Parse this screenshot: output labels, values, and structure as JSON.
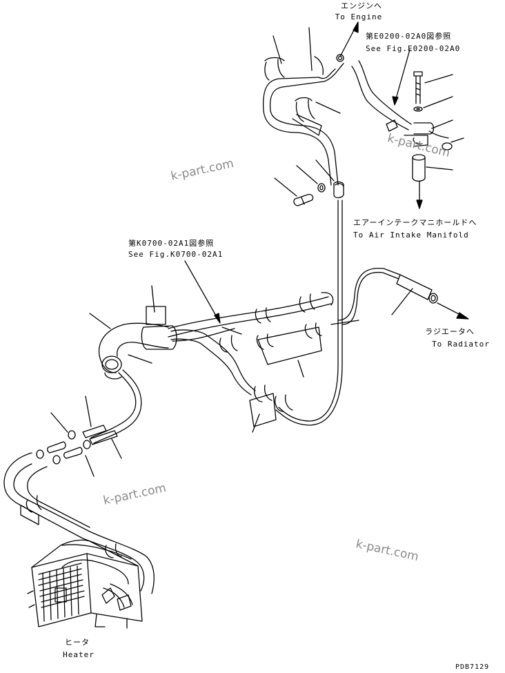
{
  "labels": {
    "engine_jp": "エンジンへ",
    "engine_en": "To Engine",
    "fig_e_jp": "第E0200-02A0図参照",
    "fig_e_en": "See Fig.E0200-02A0",
    "manifold_jp": "エアーインテークマニホールドへ",
    "manifold_en": "To Air Intake Manifold",
    "fig_k_jp": "第K0700-02A1図参照",
    "fig_k_en": "See Fig.K0700-02A1",
    "radiator_jp": "ラジエータへ",
    "radiator_en": "To Radiator",
    "heater_jp": "ヒータ",
    "heater_en": "Heater",
    "drawing_no": "PDB7129"
  },
  "watermarks": [
    "k-part.com",
    "k-part.com",
    "k-part.com",
    "k-part.com"
  ],
  "colors": {
    "line": "#000000",
    "watermark": "#8a8a8a",
    "background": "#ffffff"
  }
}
